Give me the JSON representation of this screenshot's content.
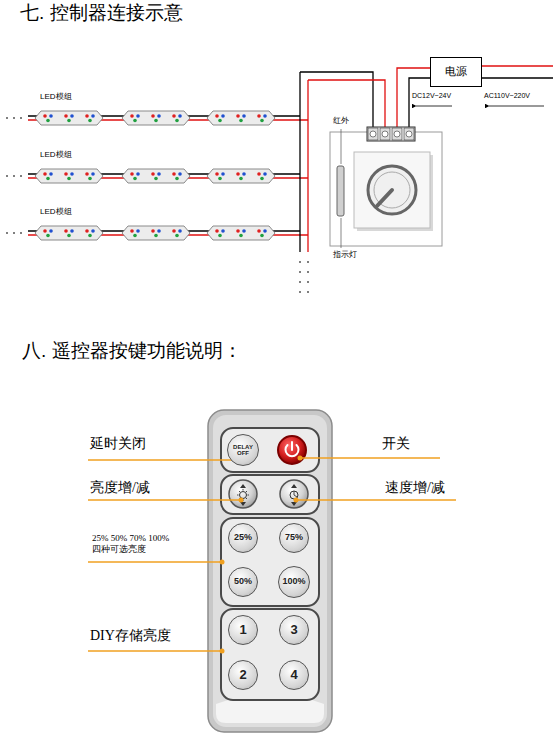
{
  "diagram": {
    "title": "七. 控制器连接示意",
    "nodes": [
      {
        "text": [
          "电源"
        ]
      },
      {
        "text": [
          "DELAY OFF"
        ]
      },
      {
        "text": [
          "25%"
        ]
      },
      {
        "text": [
          "75%"
        ]
      },
      {
        "text": [
          "50%"
        ]
      },
      {
        "text": [
          "100%"
        ]
      },
      {
        "text": [
          "1"
        ]
      },
      {
        "text": [
          "3"
        ]
      },
      {
        "text": [
          "2"
        ]
      },
      {
        "text": [
          "4"
        ]
      }
    ],
    "labels": [
      "LED模组",
      "LED模组",
      "LED模组",
      "红外",
      "指示灯",
      "+",
      "-",
      "DC12V~24V",
      "AC110V~220V",
      "八. 遥控器按键功能说明：",
      "延时关闭",
      "开关",
      "亮度增/减",
      "速度增/减",
      "25% 50% 70% 100% 四种可选亮度",
      "DIY存储亮度"
    ]
  }
}
